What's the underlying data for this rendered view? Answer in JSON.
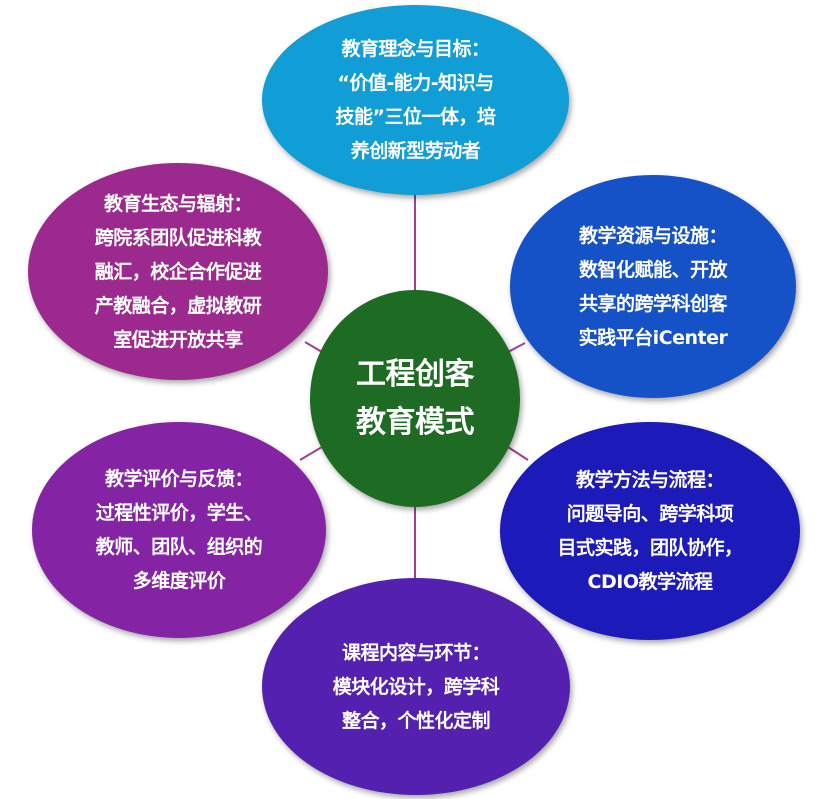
{
  "center": {
    "lines": [
      "工程创客",
      "教育模式"
    ],
    "color": "#1e6b24"
  },
  "nodes": [
    {
      "id": "philosophy",
      "color": "#119ed6",
      "lines": [
        "教育理念与目标：",
        "“价值-能力-知识与",
        "技能”三位一体，培",
        "养创新型劳动者"
      ]
    },
    {
      "id": "resources",
      "color": "#1552c8",
      "lines": [
        "教学资源与设施：",
        "数智化赋能、开放",
        "共享的跨学科创客",
        "实践平台iCenter"
      ]
    },
    {
      "id": "methods",
      "color": "#1c1ab8",
      "lines": [
        "教学方法与流程：",
        "问题导向、跨学科项",
        "目式实践，团队协作，",
        "CDIO教学流程"
      ]
    },
    {
      "id": "content",
      "color": "#5420b0",
      "lines": [
        "课程内容与环节：",
        "模块化设计，跨学科",
        "整合，个性化定制"
      ]
    },
    {
      "id": "evaluation",
      "color": "#8424a4",
      "lines": [
        "教学评价与反馈：",
        "过程性评价，学生、",
        "教师、团队、组织的",
        "多维度评价"
      ]
    },
    {
      "id": "ecosystem",
      "color": "#9c2a8e",
      "lines": [
        "教育生态与辐射：",
        "跨院系团队促进科教",
        "融汇，校企合作促进",
        "产教融合，虚拟教研",
        "室促进开放共享"
      ]
    }
  ],
  "connector_color": "#a0408f"
}
